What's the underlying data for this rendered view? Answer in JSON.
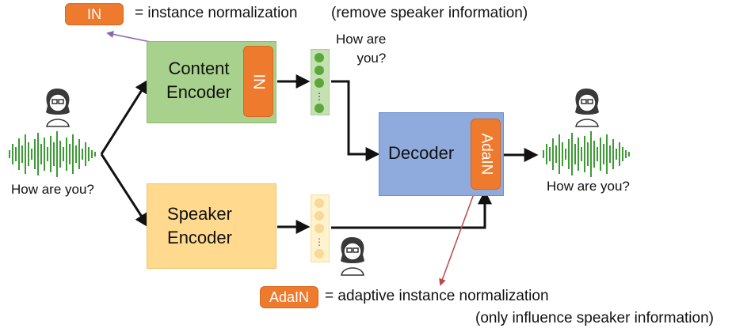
{
  "legend_in": {
    "tag": "IN",
    "text": "= instance normalization",
    "note": "(remove speaker information)"
  },
  "legend_adain": {
    "tag": "AdaIN",
    "text": "= adaptive instance normalization",
    "note": "(only influence speaker information)"
  },
  "content_encoder": {
    "line1": "Content",
    "line2": "Encoder",
    "norm_tag": "IN"
  },
  "speaker_encoder": {
    "line1": "Speaker",
    "line2": "Encoder"
  },
  "decoder": {
    "label": "Decoder",
    "norm_tag": "AdaIN"
  },
  "content_output_label": {
    "line1": "How are",
    "line2": "you?"
  },
  "input_caption": "How are you?",
  "output_caption": "How are you?",
  "colors": {
    "content_box": "#a9d18e",
    "speaker_box": "#ffd98e",
    "decoder_box": "#8faadc",
    "norm_tag": "#ee7a2d",
    "waveform": "#3d9b35",
    "in_pointer": "#8a63b0",
    "adain_pointer": "#b94a48"
  },
  "icons": [
    "person-icon",
    "waveform-icon"
  ]
}
